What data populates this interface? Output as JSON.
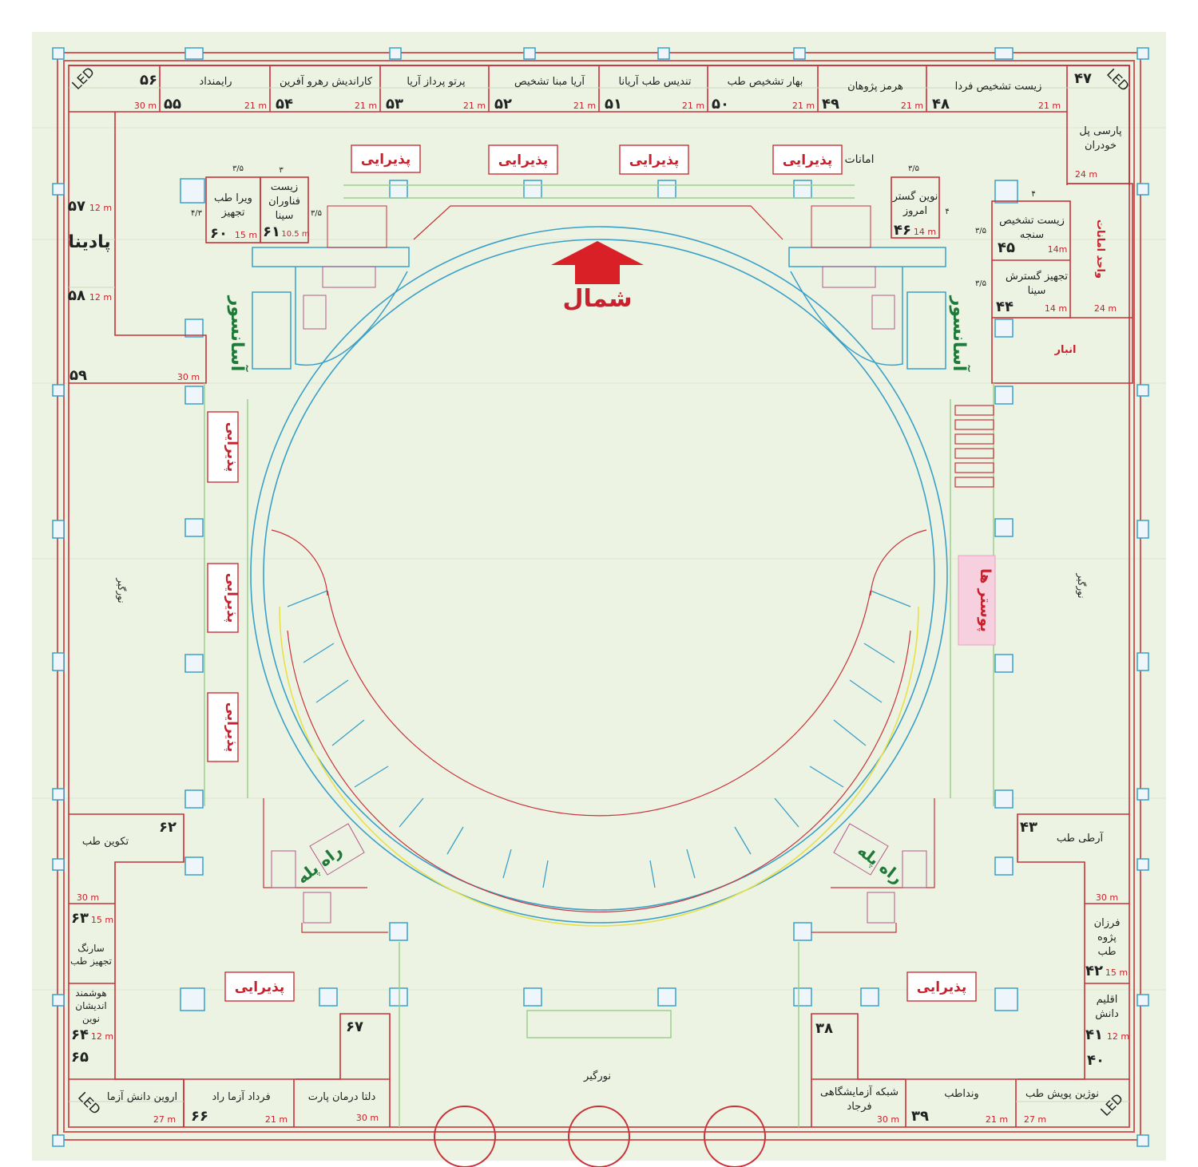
{
  "north": {
    "label": "شمال"
  },
  "booths": {
    "b38": {
      "num": "۳۸",
      "name": ""
    },
    "b39": {
      "num": "۳۹",
      "name": "ونداطب",
      "area": "21 m"
    },
    "b40": {
      "num": "۴۰",
      "name": "نوژین پویش طب",
      "area": "27 m"
    },
    "b38n": {
      "name1": "شبکه آزمایشگاهی",
      "name2": "فرجاد",
      "area": "30 m"
    },
    "b41": {
      "num": "۴۱",
      "name1": "اقلیم",
      "name2": "دانش",
      "area": "12 m"
    },
    "b42": {
      "num": "۴۲",
      "name1": "فرزان",
      "name2": "پژوه",
      "name3": "طب",
      "area": "15 m"
    },
    "b43": {
      "num": "۴۳",
      "name": "آرطی طب",
      "area": "30 m"
    },
    "b44": {
      "num": "۴۴",
      "name1": "تجهیز گسترش",
      "name2": "سینا",
      "area": "14 m"
    },
    "b45": {
      "num": "۴۵",
      "name1": "زیست تشخیص",
      "name2": "سنجه",
      "area": "14m"
    },
    "b46": {
      "num": "۴۶",
      "name1": "نوین گستر",
      "name2": "امروز",
      "area": "14 m"
    },
    "b47": {
      "num": "۴۷",
      "led": "LED"
    },
    "b47n": {
      "name1": "پارسی پل",
      "name2": "خودران",
      "area": "24 m"
    },
    "b48": {
      "num": "۴۸",
      "name": "زیست تشخیص فردا",
      "area": "21 m"
    },
    "b49": {
      "num": "۴۹",
      "name": "هرمز پژوهان",
      "area": "21 m"
    },
    "b50": {
      "num": "۵۰",
      "name": "بهار تشخیص طب",
      "area": "21 m"
    },
    "b51": {
      "num": "۵۱",
      "name": "تندیس طب آریانا",
      "area": "21 m"
    },
    "b52": {
      "num": "۵۲",
      "name": "آریا مبنا تشخیص",
      "area": "21 m"
    },
    "b53": {
      "num": "۵۳",
      "name": "پرتو پرداز آریا",
      "area": "21 m"
    },
    "b54": {
      "num": "۵۴",
      "name": "کاراندیش رهرو آفرین",
      "area": "21 m"
    },
    "b55": {
      "num": "۵۵",
      "name": "رایمنداد",
      "area": "21 m"
    },
    "b56": {
      "num": "۵۶",
      "led": "LED",
      "area": "30 m"
    },
    "b57": {
      "num": "۵۷",
      "area": "12 m"
    },
    "b58": {
      "num": "۵۸",
      "area": "12 m"
    },
    "padina": {
      "name": "پادینا"
    },
    "b59": {
      "num": "۵۹",
      "area": "30 m"
    },
    "b60": {
      "num": "۶۰",
      "name1": "ویرا طب",
      "name2": "تجهیز",
      "area": "15 m"
    },
    "b61": {
      "num": "۶۱",
      "name1": "زیست",
      "name2": "فناوران",
      "name3": "سینا",
      "area": "10.5 m"
    },
    "b62": {
      "num": "۶۲",
      "name": "تکوین طب",
      "area": "30 m"
    },
    "b63": {
      "num": "۶۳",
      "name1": "سارنگ",
      "name2": "تجهیز طب",
      "area": "15 m"
    },
    "b64": {
      "num": "۶۴",
      "name1": "هوشمند",
      "name2": "اندیشان",
      "name3": "نوین",
      "area": "12 m"
    },
    "b65": {
      "num": "۶۵",
      "led": "LED"
    },
    "b65n": {
      "name": "اروین دانش آزما",
      "area": "27 m"
    },
    "b66": {
      "num": "۶۶",
      "name": "فرداد آزما راد",
      "area": "21 m"
    },
    "b67": {
      "num": "۶۷",
      "name": "دلتا درمان پارت",
      "area": "30 m"
    }
  },
  "labels": {
    "reception": "پذیرایی",
    "elevator": "آسانسور",
    "stairs": "راه پله",
    "skylight": "نورگیر",
    "posters": "پوستر ها",
    "storage": "انبار",
    "deposit": "امانات",
    "deposit_unit": "واحد امانات",
    "led": "LED"
  },
  "small_marks": {
    "m35": "۳/۵",
    "m3": "۳",
    "m4": "۴",
    "m43": "۴/۳"
  }
}
